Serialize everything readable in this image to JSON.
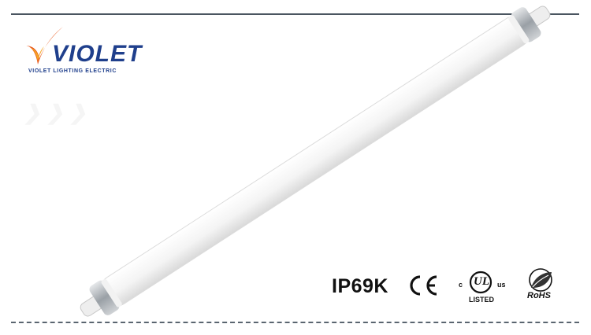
{
  "brand": {
    "name": "VIOLET",
    "tagline": "VIOLET LIGHTING ELECTRIC",
    "colors": {
      "primary": "#1f3f8c",
      "flame": "#e8581c",
      "accent": "#f5a623"
    }
  },
  "product": {
    "image": "led-tube-fixture",
    "body_color": "#f3f3f3",
    "cap_color": "#b8bcc0"
  },
  "certifications": {
    "ip_rating": "IP69K",
    "ce": "CE",
    "ul": {
      "mark": "UL",
      "left": "c",
      "right": "us",
      "bottom": "LISTED"
    },
    "rohs": "RoHS"
  }
}
